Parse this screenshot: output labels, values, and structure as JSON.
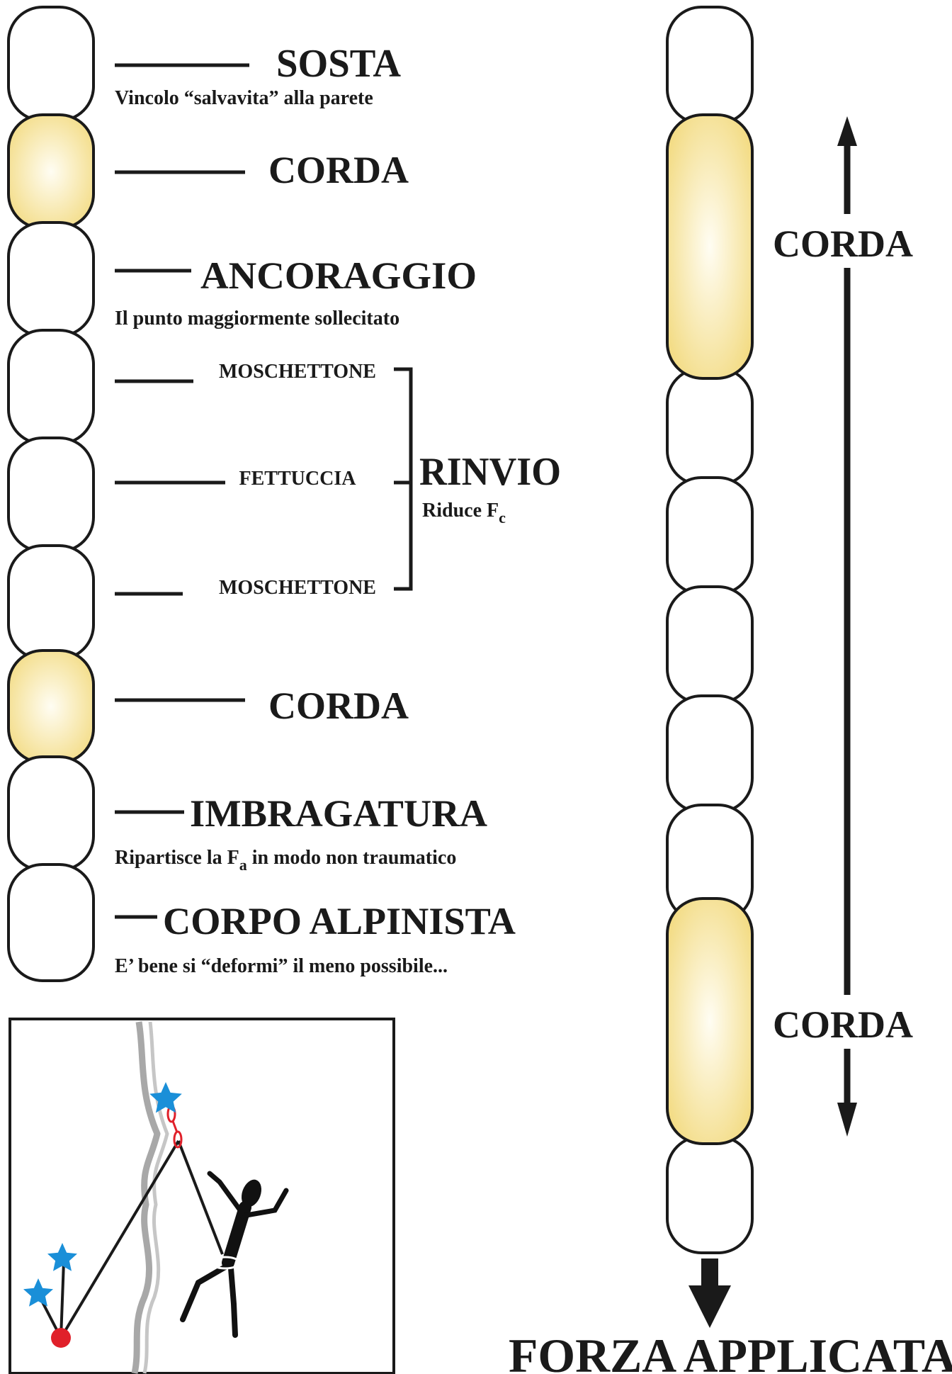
{
  "left_chain": {
    "labels": {
      "sosta": "SOSTA",
      "sosta_desc": "Vincolo “salvavita” alla parete",
      "corda_top": "CORDA",
      "ancoraggio": "ANCORAGGIO",
      "ancoraggio_desc": "Il punto maggiormente sollecitato",
      "moschettone_top": "MOSCHETTONE",
      "fettuccia": "FETTUCCIA",
      "moschettone_bottom": "MOSCHETTONE",
      "rinvio": "RINVIO",
      "rinvio_desc_prefix": "Riduce F",
      "rinvio_desc_sub": "c",
      "corda_bottom": "CORDA",
      "imbragatura": "IMBRAGATURA",
      "imbragatura_desc_prefix": "Ripartisce la F",
      "imbragatura_desc_sub": "a",
      "imbragatura_desc_suffix": " in modo non traumatico",
      "corpo": "CORPO ALPINISTA",
      "corpo_desc": "E’ bene si “deformi” il meno possibile..."
    },
    "link_kinds": [
      "plain",
      "rope",
      "plain",
      "plain",
      "plain",
      "plain",
      "rope",
      "plain",
      "plain"
    ]
  },
  "right_chain": {
    "corda_top": "CORDA",
    "corda_bottom": "CORDA",
    "forza": "FORZA APPLICATA",
    "link_kinds": [
      "plain",
      "rope",
      "plain",
      "plain",
      "plain",
      "plain",
      "plain",
      "rope",
      "plain"
    ]
  },
  "colors": {
    "outline": "#1a1a1a",
    "rope_fill_center": "#fffdf3",
    "rope_fill_edge": "#f3dc86",
    "star": "#1a8fd8",
    "climber": "#111111",
    "belay_dot": "#e0202a",
    "quickdraw": "#e0202a",
    "crack": "#a8a8a8"
  },
  "inset_icons": [
    "star-icon",
    "star-icon",
    "star-icon",
    "climber-icon",
    "belay-dot-icon"
  ]
}
